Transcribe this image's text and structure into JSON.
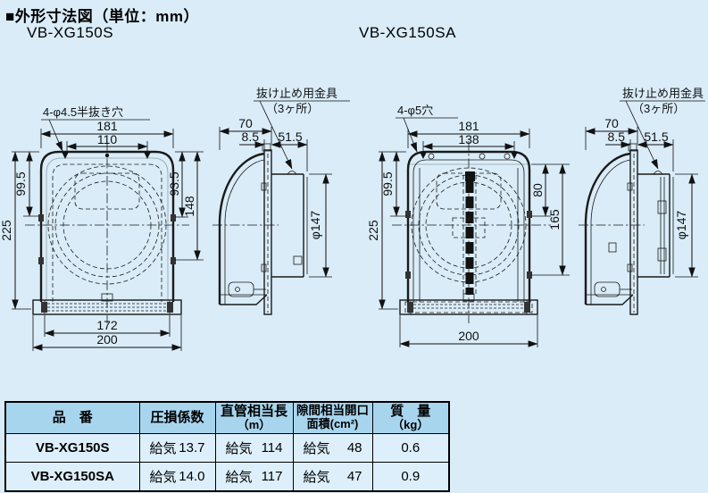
{
  "page": {
    "title": "■外形寸法図（単位：mm）",
    "background": "#d9ecf8"
  },
  "products": {
    "left": {
      "name": "VB-XG150S",
      "front": {
        "hole_label": "4-φ4.5半抜き穴",
        "width_outer": "181",
        "width_inner": "110",
        "height_outer": "225",
        "height_upper": "99.5",
        "right_upper": "93.5",
        "right_lower": "148",
        "base_inner": "172",
        "base_outer": "200"
      },
      "side": {
        "clip_label": "抜け止め用金具",
        "clip_count": "（3ヶ所）",
        "depth": "70",
        "flange": "8.5",
        "duct_len": "51.5",
        "duct_dia": "φ147"
      }
    },
    "right": {
      "name": "VB-XG150SA",
      "front": {
        "hole_label": "4-φ5穴",
        "width_outer": "181",
        "width_inner": "138",
        "height_outer": "225",
        "height_upper": "99.5",
        "right_upper": "80",
        "right_lower": "165",
        "base_outer": "200"
      },
      "side": {
        "clip_label": "抜け止め用金具",
        "clip_count": "（3ヶ所）",
        "depth": "70",
        "flange": "8.5",
        "duct_len": "51.5",
        "duct_dia": "φ147"
      }
    }
  },
  "table": {
    "headers": {
      "model": "品　番",
      "pressure": "圧損係数",
      "duct1": "直管相当長",
      "duct2": "（m）",
      "gap1": "隙間相当開口",
      "gap2": "面積(cm²)",
      "mass1": "質　量",
      "mass2": "（kg）"
    },
    "rows": [
      {
        "model": "VB-XG150S",
        "pressure_label": "給気",
        "pressure": "13.7",
        "duct_label": "給気",
        "duct": "114",
        "gap_label": "給気",
        "gap": "48",
        "mass": "0.6"
      },
      {
        "model": "VB-XG150SA",
        "pressure_label": "給気",
        "pressure": "14.0",
        "duct_label": "給気",
        "duct": "117",
        "gap_label": "給気",
        "gap": "47",
        "mass": "0.9"
      }
    ]
  }
}
